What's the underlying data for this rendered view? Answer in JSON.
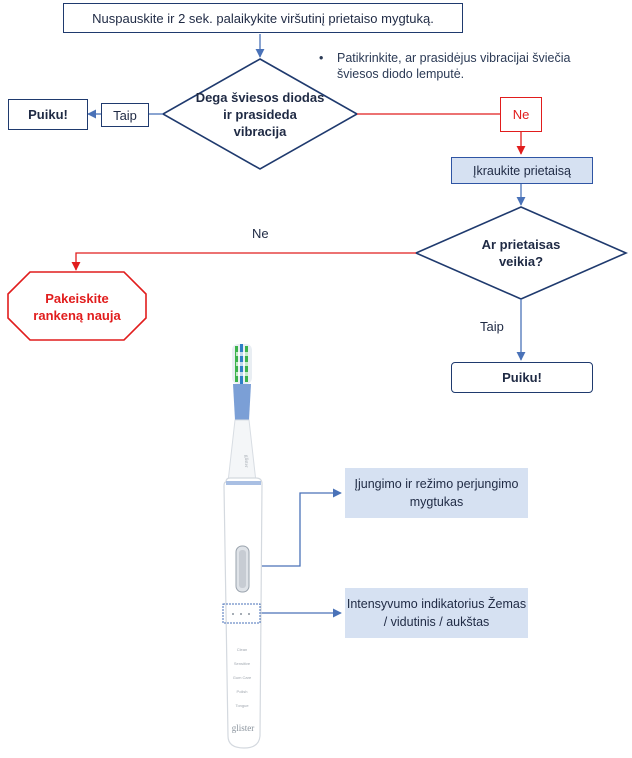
{
  "flow": {
    "start_text": "Nuspauskite ir 2 sek. palaikykite viršutinį prietaiso mygtuką.",
    "note_bullet": "•",
    "note_text": "Patikrinkite, ar prasidėjus vibracijai šviečia šviesos diodo lemputė.",
    "decision1": "Dega šviesos diodas ir prasideda vibracija",
    "yes1_label": "Taip",
    "result1": "Puiku!",
    "no1_label": "Ne",
    "charge_text": "Įkraukite prietaisą",
    "decision2": "Ar prietaisas veikia?",
    "no2_label": "Ne",
    "replace_text": "Pakeiskite rankeną nauja",
    "yes2_label": "Taip",
    "result2": "Puiku!"
  },
  "callouts": {
    "power_button": "Įjungimo ir režimo perjungimo mygtukas",
    "intensity": "Intensyvumo indikatorius Žemas / vidutinis / aukštas"
  },
  "toothbrush": {
    "brand_bottom": "glister",
    "brand_neck": "glister",
    "mode_labels": [
      "Clean",
      "Sensitive",
      "Gum Care",
      "Polish",
      "Tongue"
    ]
  },
  "colors": {
    "navy": "#1f3a6e",
    "arrow_blue": "#4a72b8",
    "red": "#e11d1d",
    "light_blue_fill": "#d6e1f2"
  }
}
